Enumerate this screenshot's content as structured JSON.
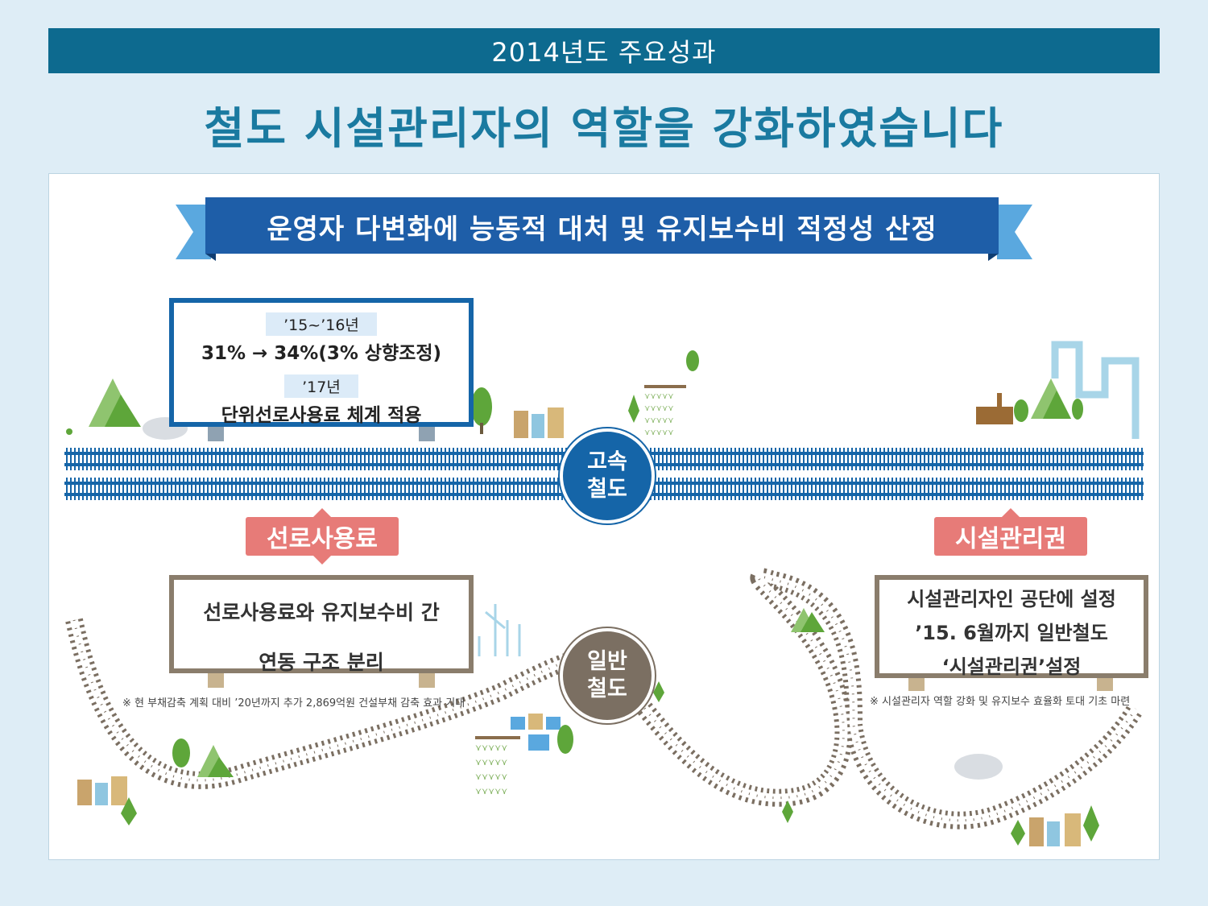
{
  "header": {
    "subtitle": "2014년도 주요성과"
  },
  "title": "철도 시설관리자의 역할을 강화하였습니다",
  "ribbon": {
    "text": "운영자 다변화에 능동적 대처 및 유지보수비 적정성 산정"
  },
  "high_speed": {
    "station_line1": "고속",
    "station_line2": "철도",
    "sign": {
      "period1": "’15~’16년",
      "line1": "31% → 34%(3% 상향조정)",
      "period2": "’17년",
      "line2": "단위선로사용료 체계 적용"
    }
  },
  "general": {
    "station_line1": "일반",
    "station_line2": "철도"
  },
  "track_fee": {
    "label": "선로사용료",
    "sign_line1": "선로사용료와 유지보수비 간",
    "sign_line2": "연동 구조 분리",
    "note": "※ 현 부채감축 계획 대비 ’20년까지 추가 2,869억원 건설부채 감축 효과 기대"
  },
  "facility_rights": {
    "label": "시설관리권",
    "sign_line1": "시설관리자인 공단에 설정",
    "sign_line2": "’15. 6월까지 일반철도",
    "sign_line3": "‘시설관리권’설정",
    "note": "※ 시설관리자 역할 강화 및 유지보수 효율화 토대 기초 마련"
  },
  "colors": {
    "header_bg": "#0d6a8f",
    "title": "#1a7aa0",
    "ribbon": "#1e5ea8",
    "hsr_track": "#1565a8",
    "general_track": "#7b6f62",
    "label": "#e77b78"
  }
}
